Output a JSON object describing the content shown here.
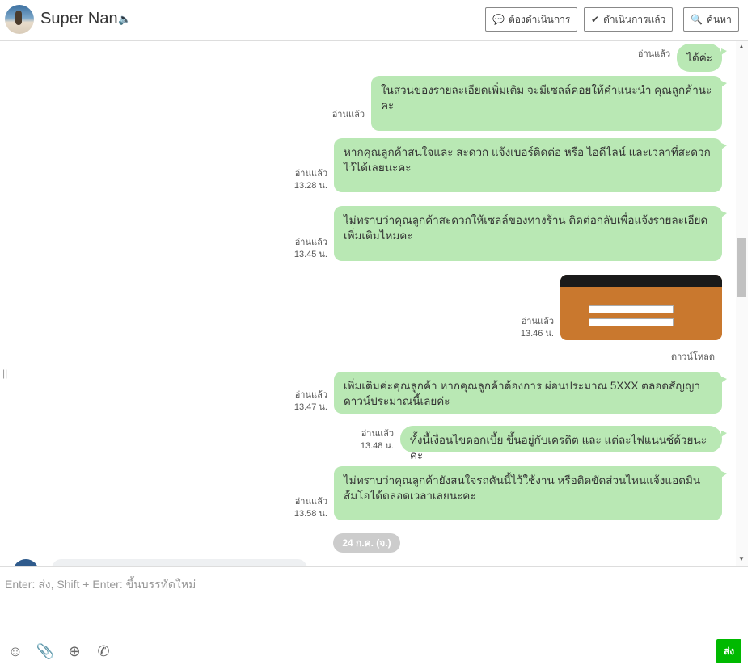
{
  "header": {
    "name": "Super Nan",
    "btn_todo": "ต้องดำเนินการ",
    "btn_done": "ดำเนินการแล้ว",
    "btn_search": "ค้นหา"
  },
  "messages": [
    {
      "text": "ได้ค่ะ",
      "read": "อ่านแล้ว",
      "time": ""
    },
    {
      "text": "ในส่วนของรายละเอียดเพิ่มเติม จะมีเซลล์คอยให้คำแนะนำ คุณลูกค้านะคะ",
      "read": "อ่านแล้ว",
      "time": ""
    },
    {
      "text": "หากคุณลูกค้าสนใจและ สะดวก แจ้งเบอร์ติดต่อ หรือ ไอดีไลน์ และเวลาที่สะดวกไว้ได้เลยนะคะ",
      "read": "อ่านแล้ว",
      "time": "13.28 น."
    },
    {
      "text": "ไม่ทราบว่าคุณลูกค้าสะดวกให้เซลล์ของทางร้าน ติดต่อกลับเพื่อแจ้งรายละเอียดเพิ่มเติมไหมคะ",
      "read": "อ่านแล้ว",
      "time": "13.45 น."
    },
    {
      "text": "",
      "read": "อ่านแล้ว",
      "time": "13.46 น.",
      "download": "ดาวน์โหลด"
    },
    {
      "text": "เพิ่มเติมค่ะคุณลูกค้า หากคุณลูกค้าต้องการ ผ่อนประมาณ 5XXX ตลอดสัญญา ดาวน์ประมาณนี้เลยค่ะ",
      "read": "อ่านแล้ว",
      "time": "13.47 น."
    },
    {
      "text": "ทั้งนี้เงื่อนไขดอกเบี้ย ขึ้นอยู่กับเครดิต และ แต่ละไฟแนนซ์ด้วยนะคะ",
      "read": "อ่านแล้ว",
      "time": "13.48 น."
    },
    {
      "text": "ไม่ทราบว่าคุณลูกค้ายังสนใจรถคันนี้ไว้ใช้งาน หรือติดขัดส่วนไหนแจ้งแอดมินส้มโอได้ตลอดเวลาเลยนะคะ",
      "read": "อ่านแล้ว",
      "time": "13.58 น."
    }
  ],
  "date_divider": "24 ก.ค. (จ.)",
  "composer": {
    "placeholder": "Enter: ส่ง, Shift + Enter: ขึ้นบรรทัดใหม่",
    "send": "ส่ง"
  },
  "colors": {
    "bubble": "#b9e8b4",
    "send": "#00b900"
  }
}
